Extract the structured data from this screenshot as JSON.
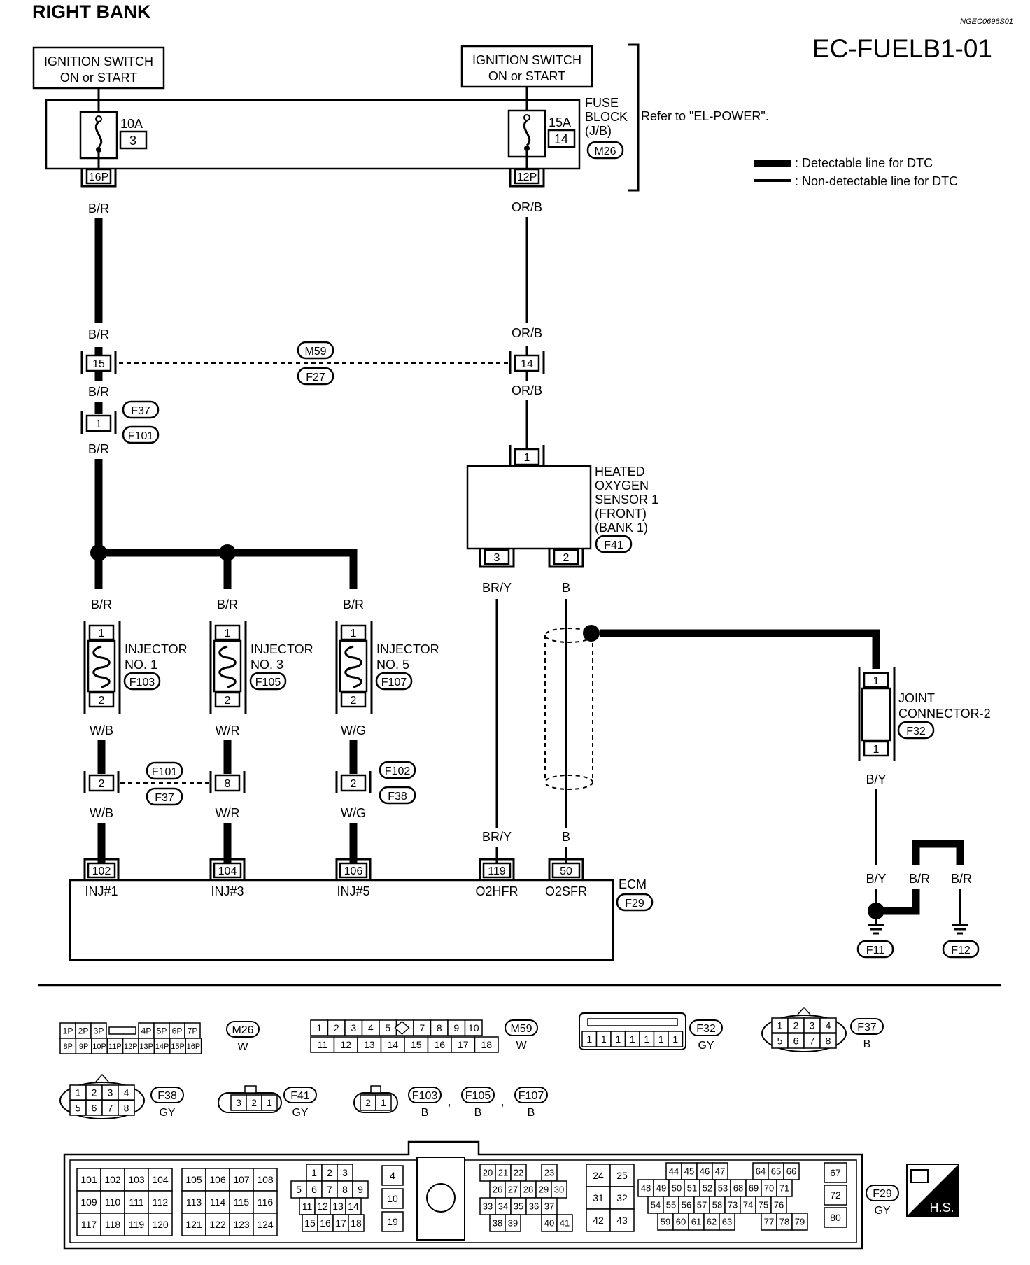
{
  "header": {
    "title": "RIGHT BANK",
    "code": "NGEC0696S01",
    "page_id": "EC-FUELB1-01"
  },
  "sources": {
    "left": {
      "line1": "IGNITION SWITCH",
      "line2": "ON or START"
    },
    "right": {
      "line1": "IGNITION SWITCH",
      "line2": "ON or START"
    }
  },
  "fuse_block": {
    "fuse1_amp": "10A",
    "fuse1_num": "3",
    "fuse2_amp": "15A",
    "fuse2_num": "14",
    "label_line1": "FUSE",
    "label_line2": "BLOCK",
    "label_line3": "(J/B)",
    "connector": "M26",
    "refer": "Refer to \"EL-POWER\".",
    "pin_left": "16P",
    "pin_right": "12P"
  },
  "legend": {
    "detectable": ": Detectable line for DTC",
    "non_detectable": ": Non-detectable line for DTC"
  },
  "wires": {
    "br": "B/R",
    "orb": "OR/B",
    "wb": "W/B",
    "wr": "W/R",
    "wg": "W/G",
    "bry": "BR/Y",
    "b": "B",
    "by": "B/Y"
  },
  "junction_m59": {
    "pin_left": "15",
    "pin_right": "14",
    "top": "M59",
    "bottom": "F27"
  },
  "junction_f37": {
    "pin": "1",
    "top": "F37",
    "bottom": "F101"
  },
  "sensor": {
    "pin_top": "1",
    "pin_a": "3",
    "pin_b": "2",
    "line1": "HEATED",
    "line2": "OXYGEN",
    "line3": "SENSOR 1",
    "line4": "(FRONT)",
    "line5": "(BANK 1)",
    "connector": "F41"
  },
  "injectors": [
    {
      "line1": "INJECTOR",
      "line2": "NO. 1",
      "connector": "F103",
      "pin_top": "1",
      "pin_bottom": "2"
    },
    {
      "line1": "INJECTOR",
      "line2": "NO. 3",
      "connector": "F105",
      "pin_top": "1",
      "pin_bottom": "2"
    },
    {
      "line1": "INJECTOR",
      "line2": "NO. 5",
      "connector": "F107",
      "pin_top": "1",
      "pin_bottom": "2"
    }
  ],
  "mid_connectors": {
    "pin1": "2",
    "pin3": "8",
    "pin5": "2",
    "tag_a_top": "F101",
    "tag_a_bottom": "F37",
    "tag_b_top": "F102",
    "tag_b_bottom": "F38"
  },
  "joint": {
    "line1": "JOINT",
    "line2": "CONNECTOR-2",
    "connector": "F32",
    "pin_top": "1",
    "pin_bottom": "1"
  },
  "ecm": {
    "label": "ECM",
    "connector": "F29",
    "pins": [
      "102",
      "104",
      "106",
      "119",
      "50"
    ],
    "names": [
      "INJ#1",
      "INJ#3",
      "INJ#5",
      "O2HFR",
      "O2SFR"
    ]
  },
  "grounds": {
    "left": "F11",
    "right": "F12"
  },
  "connector_views": {
    "m26": {
      "row1": [
        "1P",
        "2P",
        "3P",
        "4P",
        "5P",
        "6P",
        "7P"
      ],
      "row2": [
        "8P",
        "9P",
        "10P",
        "11P",
        "12P",
        "13P",
        "14P",
        "15P",
        "16P"
      ],
      "tag": "M26",
      "color": "W"
    },
    "m59": {
      "row1": [
        "1",
        "2",
        "3",
        "4",
        "5",
        "6",
        "7",
        "8",
        "9",
        "10"
      ],
      "row2": [
        "11",
        "12",
        "13",
        "14",
        "15",
        "16",
        "17",
        "18"
      ],
      "tag": "M59",
      "color": "W"
    },
    "f32": {
      "row": [
        "1",
        "1",
        "1",
        "1",
        "1",
        "1",
        "1"
      ],
      "tag": "F32",
      "color": "GY"
    },
    "f37": {
      "row1": [
        "1",
        "2",
        "3",
        "4"
      ],
      "row2": [
        "5",
        "6",
        "7",
        "8"
      ],
      "tag": "F37",
      "color": "B"
    },
    "f38": {
      "row1": [
        "1",
        "2",
        "3",
        "4"
      ],
      "row2": [
        "5",
        "6",
        "7",
        "8"
      ],
      "tag": "F38",
      "color": "GY"
    },
    "f41": {
      "row": [
        "3",
        "2",
        "1"
      ],
      "tag": "F41",
      "color": "GY"
    },
    "inj": {
      "row": [
        "2",
        "1"
      ],
      "tags": [
        "F103",
        "F105",
        "F107"
      ],
      "sep": ",",
      "color": "B"
    },
    "f29": {
      "g1": [
        [
          "101",
          "102",
          "103",
          "104"
        ],
        [
          "109",
          "110",
          "111",
          "112"
        ],
        [
          "117",
          "118",
          "119",
          "120"
        ]
      ],
      "g2": [
        [
          "105",
          "106",
          "107",
          "108"
        ],
        [
          "113",
          "114",
          "115",
          "116"
        ],
        [
          "121",
          "122",
          "123",
          "124"
        ]
      ],
      "g3": [
        [
          "1",
          "2",
          "3"
        ],
        [
          "5",
          "6",
          "7",
          "8",
          "9"
        ],
        [
          "11",
          "12",
          "13",
          "14"
        ],
        [
          "15",
          "16",
          "17",
          "18"
        ]
      ],
      "g4": [
        "4",
        "10",
        "19"
      ],
      "g5": [
        [
          "20",
          "21",
          "22",
          "23"
        ],
        [
          "26",
          "27",
          "28",
          "29",
          "30"
        ],
        [
          "33",
          "34",
          "35",
          "36",
          "37"
        ],
        [
          "38",
          "39",
          "40",
          "41"
        ]
      ],
      "g6": [
        [
          "24",
          "25"
        ],
        [
          "31",
          "32"
        ],
        [
          "42",
          "43"
        ]
      ],
      "g7": [
        [
          "44",
          "45",
          "46",
          "47",
          "64",
          "65",
          "66"
        ],
        [
          "48",
          "49",
          "50",
          "51",
          "52",
          "53",
          "68",
          "69",
          "70",
          "71"
        ],
        [
          "54",
          "55",
          "56",
          "57",
          "58",
          "73",
          "74",
          "75",
          "76"
        ],
        [
          "59",
          "60",
          "61",
          "62",
          "63",
          "77",
          "78",
          "79"
        ]
      ],
      "g8": [
        "67",
        "72",
        "80"
      ],
      "tag": "F29",
      "color": "GY",
      "hs": "H.S."
    }
  }
}
